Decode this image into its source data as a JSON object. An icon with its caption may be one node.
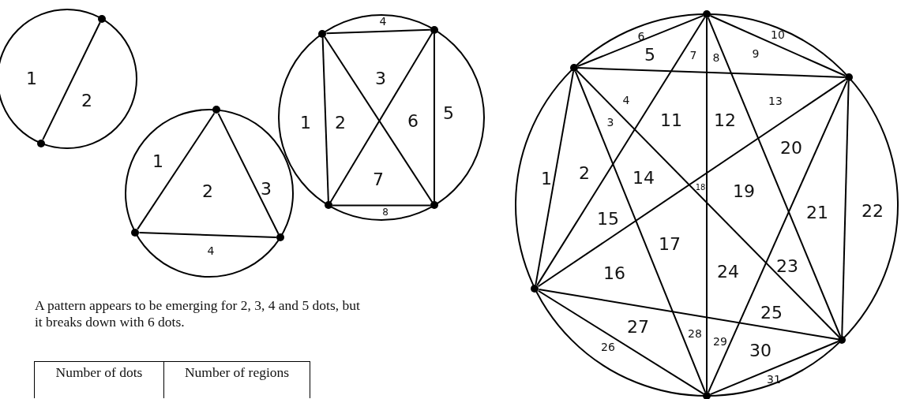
{
  "diagram": {
    "nodes": [
      {
        "text": [
          "1",
          "2"
        ]
      },
      {
        "text": [],
        "shape": "circle",
        "in": 0
      },
      {
        "text": [],
        "shape": "circle",
        "in": 0
      },
      {
        "text": [
          "1",
          "2",
          "3",
          "4"
        ]
      },
      {
        "text": [],
        "shape": "circle",
        "in": 3
      },
      {
        "text": [],
        "shape": "circle",
        "in": 3
      },
      {
        "text": [],
        "shape": "circle",
        "in": 3
      },
      {
        "text": [
          "1",
          "2",
          "3",
          "4",
          "5",
          "6",
          "7",
          "8"
        ]
      },
      {
        "text": [],
        "shape": "circle",
        "in": 7
      },
      {
        "text": [],
        "shape": "circle",
        "in": 7
      },
      {
        "text": [],
        "shape": "circle",
        "in": 7
      },
      {
        "text": [],
        "shape": "circle",
        "in": 7
      },
      {
        "text": [
          "1",
          "2",
          "3",
          "4",
          "5",
          "6",
          "7",
          "8",
          "9",
          "10",
          "11",
          "12",
          "13",
          "14",
          "15",
          "16",
          "17",
          "18",
          "19",
          "20",
          "21",
          "22",
          "23",
          "24",
          "25",
          "26",
          "27",
          "28",
          "29",
          "30",
          "31"
        ]
      },
      {
        "text": [],
        "shape": "circle",
        "in": 12
      },
      {
        "text": [],
        "shape": "circle",
        "in": 12
      },
      {
        "text": [],
        "shape": "circle",
        "in": 12
      },
      {
        "text": [],
        "shape": "circle",
        "in": 12
      },
      {
        "text": [],
        "shape": "circle",
        "in": 12
      },
      {
        "text": [],
        "shape": "circle",
        "in": 12
      }
    ],
    "edges": [
      {
        "from": 1,
        "to": 2,
        "arrow": "none"
      },
      {
        "from": 4,
        "to": 5,
        "arrow": "none"
      },
      {
        "from": 4,
        "to": 6,
        "arrow": "none"
      },
      {
        "from": 5,
        "to": 6,
        "arrow": "none"
      },
      {
        "from": 8,
        "to": 9,
        "arrow": "none"
      },
      {
        "from": 8,
        "to": 10,
        "arrow": "none"
      },
      {
        "from": 8,
        "to": 11,
        "arrow": "none"
      },
      {
        "from": 9,
        "to": 10,
        "arrow": "none"
      },
      {
        "from": 9,
        "to": 11,
        "arrow": "none"
      },
      {
        "from": 10,
        "to": 11,
        "arrow": "none"
      },
      {
        "from": 13,
        "to": 14,
        "arrow": "none"
      },
      {
        "from": 13,
        "to": 15,
        "arrow": "none"
      },
      {
        "from": 13,
        "to": 16,
        "arrow": "none"
      },
      {
        "from": 13,
        "to": 17,
        "arrow": "none"
      },
      {
        "from": 13,
        "to": 18,
        "arrow": "none"
      },
      {
        "from": 14,
        "to": 15,
        "arrow": "none"
      },
      {
        "from": 14,
        "to": 16,
        "arrow": "none"
      },
      {
        "from": 14,
        "to": 17,
        "arrow": "none"
      },
      {
        "from": 14,
        "to": 18,
        "arrow": "none"
      },
      {
        "from": 15,
        "to": 16,
        "arrow": "none"
      },
      {
        "from": 15,
        "to": 17,
        "arrow": "none"
      },
      {
        "from": 15,
        "to": 18,
        "arrow": "none"
      },
      {
        "from": 16,
        "to": 17,
        "arrow": "none"
      },
      {
        "from": 16,
        "to": 18,
        "arrow": "none"
      },
      {
        "from": 17,
        "to": 18,
        "arrow": "none"
      }
    ],
    "labels": [
      "A pattern appears to be emerging for 2, 3, 4 and 5 dots, but it breaks down with 6 dots.",
      "Number of dots",
      "Number of regions"
    ]
  }
}
